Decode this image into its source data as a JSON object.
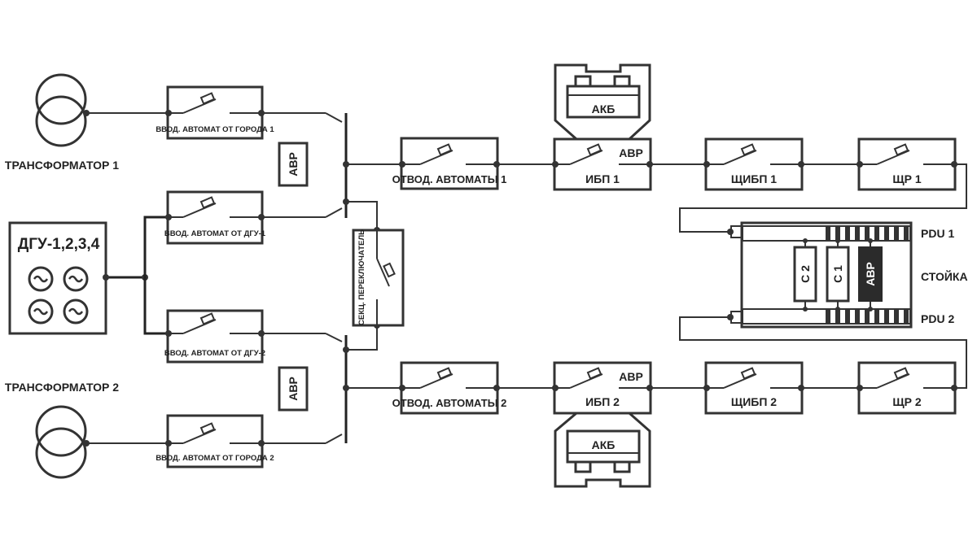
{
  "title": "",
  "sources": {
    "transformer_1": "ТРАНСФОРМАТОР 1",
    "transformer_2": "ТРАНСФОРМАТОР 2",
    "dgu": "ДГУ-1,2,3,4"
  },
  "breakers": {
    "city_1": "ВВОД. АВТОМАТ ОТ ГОРОДА 1",
    "dgu_1": "ВВОД. АВТОМАТ ОТ ДГУ-1",
    "dgu_2": "ВВОД. АВТОМАТ ОТ ДГУ-2",
    "city_2": "ВВОД. АВТОМАТ ОТ ГОРОДА 2",
    "section_switch": "СЕКЦ. ПЕРЕКЛЮЧАТЕЛЬ",
    "outgoing_1": "ОТВОД. АВТОМАТЫ 1",
    "outgoing_2": "ОТВОД. АВТОМАТЫ 2"
  },
  "avr": {
    "top": "АВР",
    "bottom": "АВР",
    "ups_1": "АВР",
    "ups_2": "АВР",
    "rack": "АВР"
  },
  "ups": {
    "ups_1": "ИБП 1",
    "ups_2": "ИБП 2",
    "battery_1": "АКБ",
    "battery_2": "АКБ"
  },
  "panels": {
    "ups_panel_1": "ЩИБП 1",
    "ups_panel_2": "ЩИБП 2",
    "dist_1": "ЩР 1",
    "dist_2": "ЩР 2"
  },
  "rack": {
    "pdu_1": "PDU 1",
    "pdu_2": "PDU 2",
    "label": "СТОЙКА",
    "c1": "С 1",
    "c2": "С 2"
  }
}
